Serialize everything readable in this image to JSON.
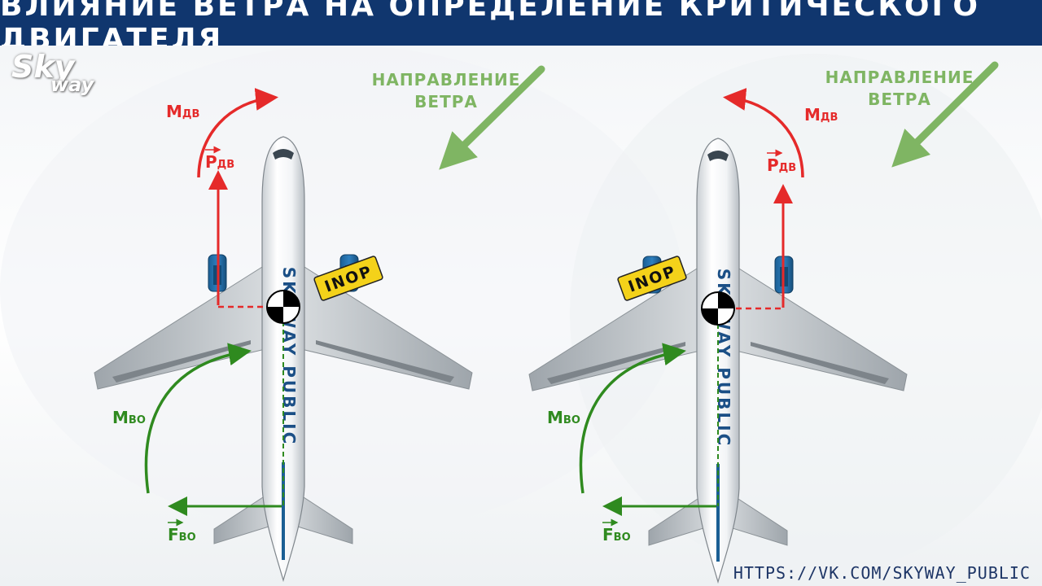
{
  "title": "ВЛИЯНИЕ ВЕТРА НА ОПРЕДЕЛЕНИЕ КРИТИЧЕСКОГО ДВИГАТЕЛЯ",
  "logo": {
    "line1": "Sky",
    "line2": "way"
  },
  "url": "HTTPS://VK.COM/SKYWAY_PUBLIC",
  "colors": {
    "title_bg": "#10366e",
    "engine_force": "#e52a2a",
    "weathervane": "#2f8a1f",
    "wind": "#7fb563",
    "inop_tag": "#f4d21a"
  },
  "diagrams": [
    {
      "wind_label_line1": "НАПРАВЛЕНИЕ",
      "wind_label_line2": "ВЕТРА",
      "inop_label": "INOP",
      "inop_side": "right",
      "fuselage_text": "SKYWAY PUBLIC",
      "m_engine": {
        "main": "M",
        "sub": "ДВ"
      },
      "p_engine": {
        "main": "P",
        "sub": "ДВ"
      },
      "m_weathervane": {
        "main": "M",
        "sub": "ВО"
      },
      "f_weathervane": {
        "main": "F",
        "sub": "ВО"
      }
    },
    {
      "wind_label_line1": "НАПРАВЛЕНИЕ",
      "wind_label_line2": "ВЕТРА",
      "inop_label": "INOP",
      "inop_side": "left",
      "fuselage_text": "SKYWAY PUBLIC",
      "m_engine": {
        "main": "M",
        "sub": "ДВ"
      },
      "p_engine": {
        "main": "P",
        "sub": "ДВ"
      },
      "m_weathervane": {
        "main": "M",
        "sub": "ВО"
      },
      "f_weathervane": {
        "main": "F",
        "sub": "ВО"
      }
    }
  ]
}
